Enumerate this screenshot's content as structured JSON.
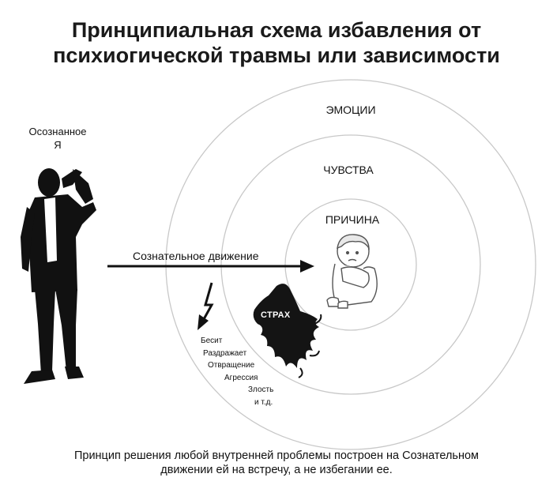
{
  "title": {
    "line1": "Принципиальная схема избавления от",
    "line2": "психиогической травмы или зависимости"
  },
  "person_label": {
    "line1": "Осознанное",
    "line2": "Я"
  },
  "circles": {
    "outer": "ЭМОЦИИ",
    "middle": "ЧУВСТВА",
    "inner": "ПРИЧИНА"
  },
  "arrow_label": "Сознательное движение",
  "fear_label": "СТРАХ",
  "reactions": [
    "Бесит",
    "Раздражает",
    "Отвращение",
    "Агрессия",
    "Злость",
    "и т.д."
  ],
  "footer": {
    "line1": "Принцип решения любой внутренней проблемы построен на Сознательном",
    "line2": "движении ей на встречу, а не избегании ее."
  },
  "icons": {
    "person": "silhouette-man-icon",
    "child": "sad-child-icon",
    "fear": "dark-shadow-figure-icon",
    "lightning": "lightning-arrow-icon"
  }
}
